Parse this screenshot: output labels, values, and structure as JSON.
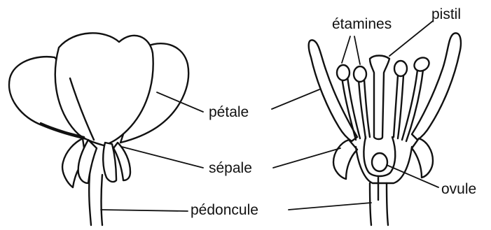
{
  "labels": {
    "etamines": "étamines",
    "pistil": "pistil",
    "petale": "pétale",
    "sepale": "sépale",
    "ovule": "ovule",
    "pedoncule": "pédoncule"
  },
  "colors": {
    "ink": "#111111",
    "background": "#ffffff"
  }
}
